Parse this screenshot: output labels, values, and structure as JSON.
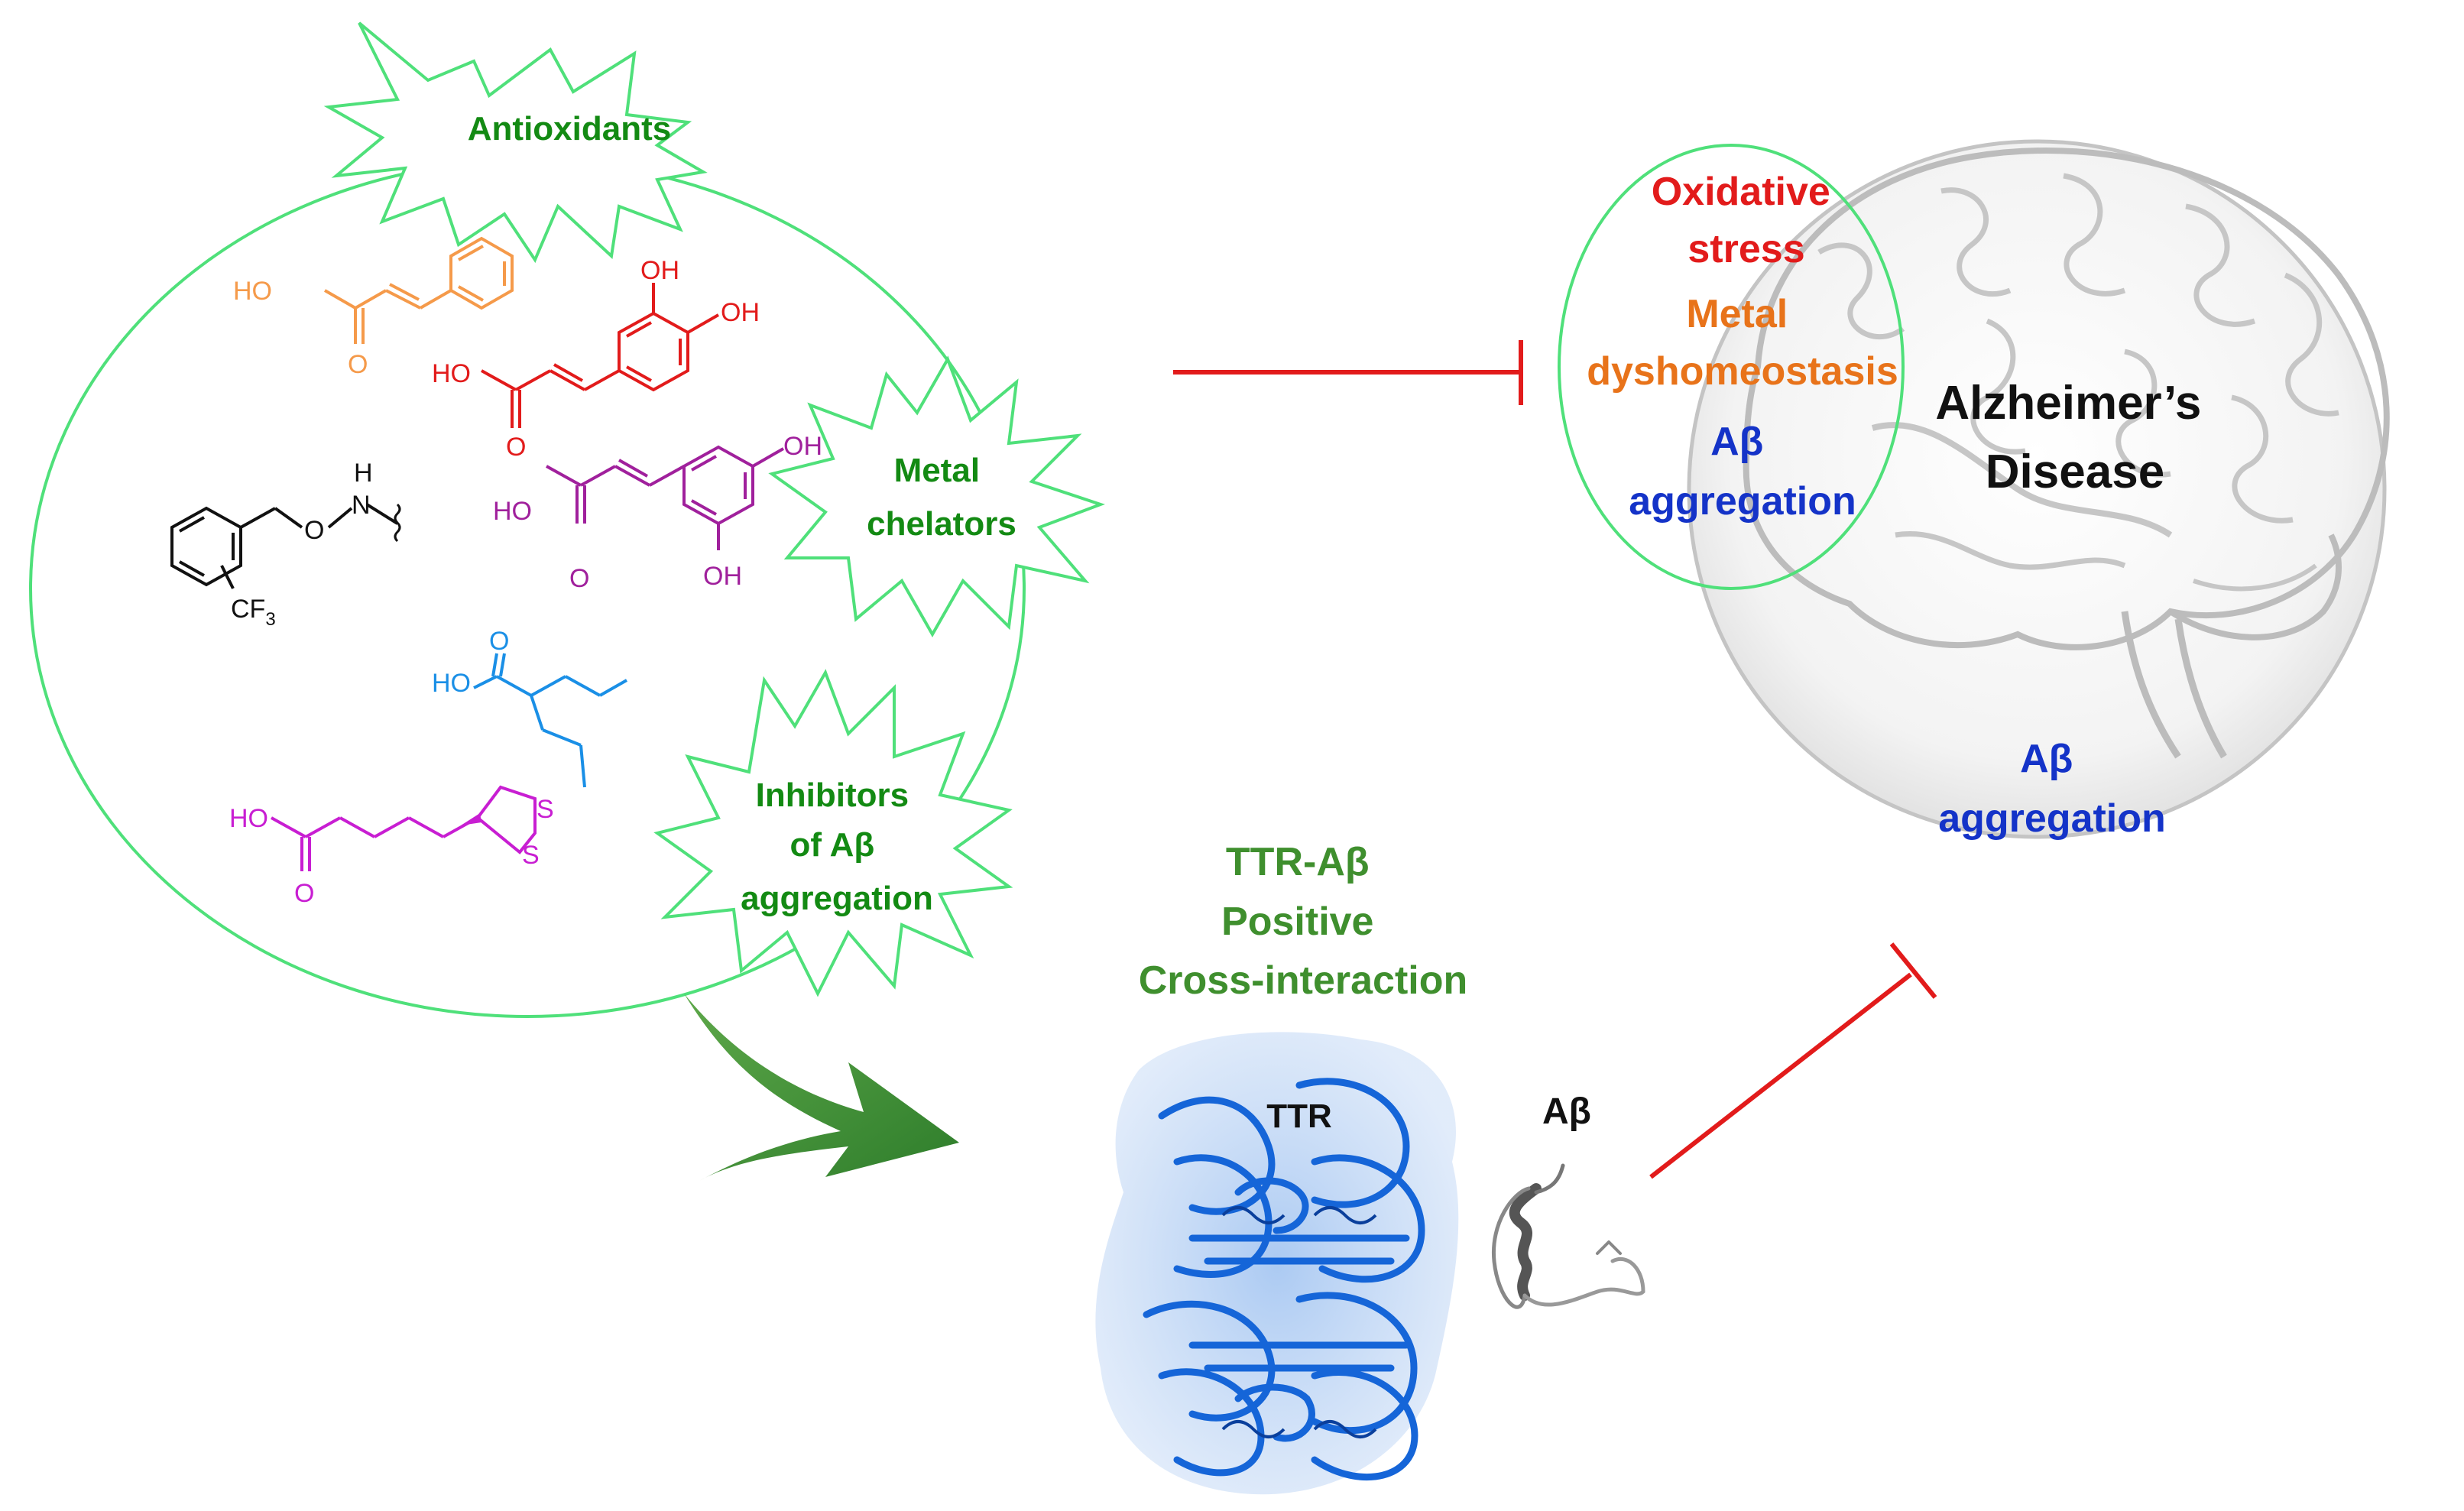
{
  "colors": {
    "outline_green": "#4fe07a",
    "label_green": "#138a13",
    "teal_green": "#3f8f2e",
    "red": "#e21b1b",
    "orange": "#e8731a",
    "blue": "#1433c8",
    "black": "#111111",
    "magenta": "#c81ed2",
    "purple": "#a0209c",
    "cyan": "#1a8fe6",
    "light_orange": "#f59a4a",
    "protein_blue": "#1565d8",
    "protein_glow": "#a9c8f0",
    "brain_grey": "#c8c8c8"
  },
  "labels": {
    "antioxidants": "Antioxidants",
    "metal_chelators": [
      "Metal",
      "chelators"
    ],
    "inhibitors": [
      "Inhibitors",
      "of Aβ",
      "aggregation"
    ],
    "oxidative_stress": [
      "Oxidative",
      "stress"
    ],
    "metal_dys": [
      "Metal",
      "dyshomeostasis"
    ],
    "abeta_aggr_circle": [
      "Aβ",
      "aggregation"
    ],
    "alzheimers": [
      "Alzheimer’s",
      "Disease"
    ],
    "abeta_aggr_lower": [
      "Aβ",
      "aggregation"
    ],
    "ttr_abeta": [
      "TTR-Aβ",
      "Positive",
      "Cross-interaction"
    ],
    "ttr": "TTR",
    "abeta": "Aβ"
  },
  "chem_labels": {
    "ho": "HO",
    "oh": "OH",
    "o": "O",
    "n": "N",
    "h": "H",
    "s": "S",
    "cf3": "CF",
    "cf3_sub": "3"
  }
}
